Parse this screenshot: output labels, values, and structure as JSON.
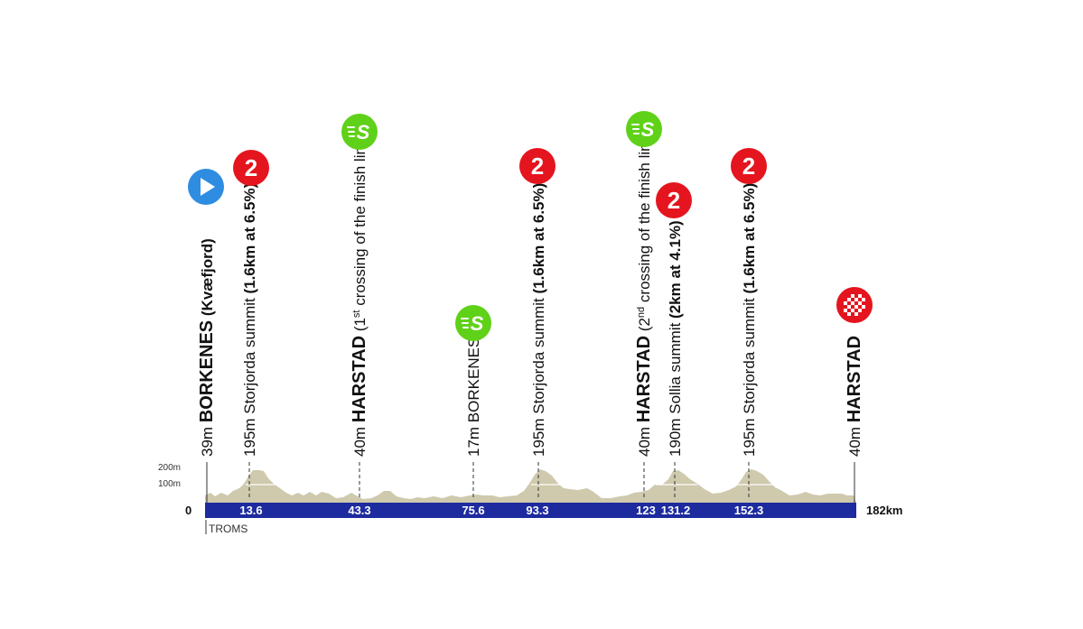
{
  "profile": {
    "start_km": "0",
    "end_km": "182km",
    "region_label": "TROMS",
    "y_ticks": [
      "200m",
      "100m"
    ],
    "bar_color": "#1d2b9e",
    "terrain_color": "#cfc9ad",
    "distances": [
      "13.6",
      "43.3",
      "75.6",
      "93.3",
      "123",
      "131.2",
      "152.3"
    ]
  },
  "points": [
    {
      "id": "start",
      "km": 0,
      "alt": "39m",
      "name": "BORKENES",
      "tail": " (Kvæfjord)",
      "icon": "start-icon"
    },
    {
      "id": "kom1",
      "km": 13.6,
      "alt": "195m",
      "name": "Storjorda summit ",
      "tail": "(1.6km at 6.5%)",
      "icon": "mountain-cat2-icon",
      "cat": "2"
    },
    {
      "id": "sprint1",
      "km": 43.3,
      "alt": "40m",
      "name": "HARSTAD",
      "tail_pre": " (1",
      "sup": "st",
      "tail": " crossing of the finish line)",
      "icon": "sprint-icon",
      "sprint": "S"
    },
    {
      "id": "sprint2",
      "km": 75.6,
      "alt": "17m",
      "name": "BORKENES",
      "icon": "sprint-icon",
      "sprint": "S"
    },
    {
      "id": "kom2",
      "km": 93.3,
      "alt": "195m",
      "name": "Storjorda summit ",
      "tail": "(1.6km at 6.5%)",
      "icon": "mountain-cat2-icon",
      "cat": "2"
    },
    {
      "id": "sprint3",
      "km": 123,
      "alt": "40m",
      "name": "HARSTAD",
      "tail_pre": " (2",
      "sup": "nd",
      "tail": " crossing of the finish line)",
      "icon": "sprint-icon",
      "sprint": "S"
    },
    {
      "id": "kom3",
      "km": 131.2,
      "alt": "190m",
      "name": "Sollia summit ",
      "tail": "(2km at 4.1%)",
      "icon": "mountain-cat2-icon",
      "cat": "2"
    },
    {
      "id": "kom4",
      "km": 152.3,
      "alt": "195m",
      "name": "Storjorda summit ",
      "tail": "(1.6km at 6.5%)",
      "icon": "mountain-cat2-icon",
      "cat": "2"
    },
    {
      "id": "finish",
      "km": 182,
      "alt": "40m",
      "name": "HARSTAD",
      "icon": "finish-icon"
    }
  ],
  "colors": {
    "start": "#2e8de0",
    "mountain": "#e4151e",
    "sprint": "#5fd118"
  }
}
